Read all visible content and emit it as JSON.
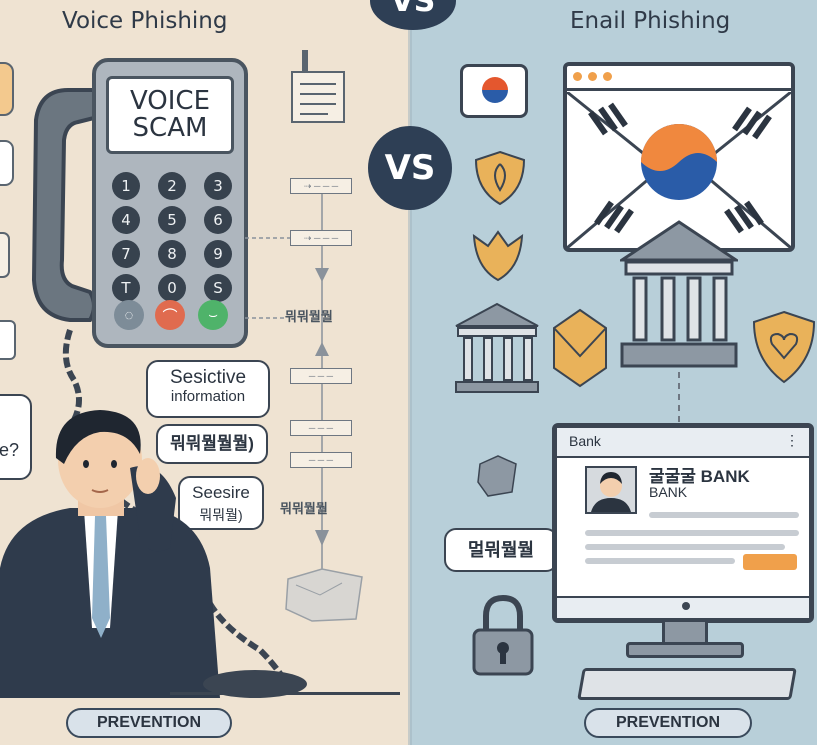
{
  "left": {
    "title": "Voice Phishing",
    "phone_screen": [
      "VOICE",
      "SCAM"
    ],
    "keys": [
      "1",
      "2",
      "3",
      "4",
      "5",
      "6",
      "7",
      "8",
      "9",
      "T",
      "0",
      "S"
    ],
    "bubbles": {
      "sensitive_main": [
        "Sesictive",
        "information"
      ],
      "korean_1": "뭐뭐뭘뭘뭘)",
      "sensitive_2": [
        "Seesire",
        "뭐뭐뭘)"
      ],
      "left_edge": "e?"
    },
    "flow_labels": [
      "뭐뭐뭘뭘",
      "뭐뭐뭘뭘"
    ],
    "prevention": "PREVENTION"
  },
  "vs_top": "VS",
  "vs_mid": "VS",
  "right": {
    "title": "Enail Phishing",
    "bank_window": {
      "header": "Bank",
      "name_korean": "굴굴굴 BANK",
      "name_english": "BANK"
    },
    "bubble_korean": "멀뭐뭘뭘",
    "prevention": "PREVENTION"
  },
  "colors": {
    "left_bg": "#efe3d2",
    "right_bg": "#b8cfd9",
    "dark_navy": "#2e3f55",
    "orange": "#f0a04b",
    "call_green": "#4fb36a",
    "call_red": "#e06b4f"
  }
}
